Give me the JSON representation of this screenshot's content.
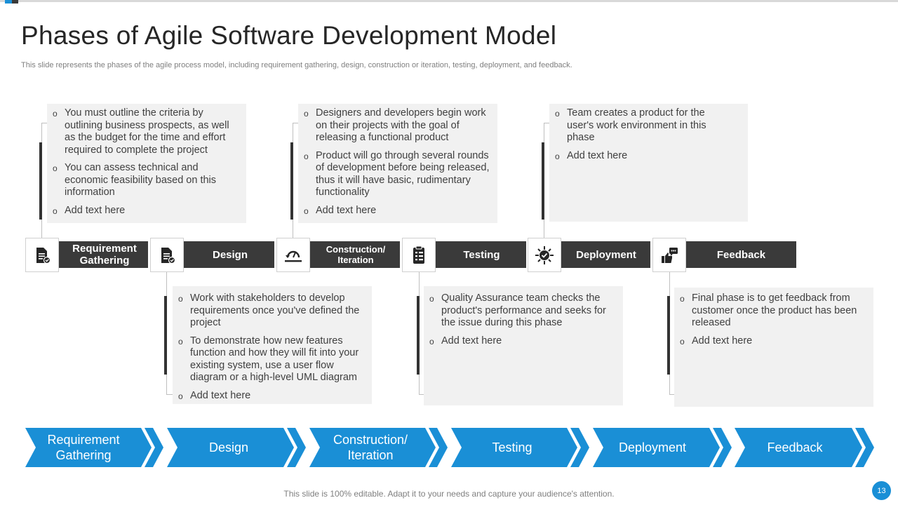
{
  "slide": {
    "title": "Phases of Agile Software Development Model",
    "subtitle": "This slide represents the phases of the agile process model, including requirement gathering, design, construction or iteration, testing, deployment, and feedback.",
    "footer": "This slide is 100% editable. Adapt it to your needs and capture your audience's attention.",
    "page_number": "13"
  },
  "colors": {
    "accent_blue": "#1a8fd6",
    "phase_bar": "#3a3a3a",
    "box_bg": "#f1f1f1"
  },
  "phases": [
    {
      "label": "Requirement Gathering",
      "icon": "document-check-icon"
    },
    {
      "label": "Design",
      "icon": "document-check-icon"
    },
    {
      "label": "Construction/ Iteration",
      "icon": "cycle-gauge-icon"
    },
    {
      "label": "Testing",
      "icon": "checklist-icon"
    },
    {
      "label": "Deployment",
      "icon": "gear-check-icon"
    },
    {
      "label": "Feedback",
      "icon": "thumbs-up-chat-icon"
    }
  ],
  "boxes": {
    "requirement": [
      "You must outline the criteria by outlining business prospects, as well as the budget for the time and effort required to complete the project",
      "You can assess technical and economic feasibility based on this information",
      "Add text here"
    ],
    "construction": [
      "Designers and developers begin work on their projects with the goal of releasing a functional product",
      "Product will go through several rounds of development before being released, thus it will have basic, rudimentary functionality",
      "Add text here"
    ],
    "deployment": [
      "Team creates a product for the user's work environment in this phase",
      "Add text here"
    ],
    "design": [
      "Work with stakeholders to develop requirements once you've defined the project",
      "To demonstrate how new features function and how they will fit into your existing system, use a user flow diagram or a high-level UML diagram",
      "Add text here"
    ],
    "testing": [
      "Quality Assurance team checks the product's performance and seeks for the issue during  this phase",
      "Add text here"
    ],
    "feedback": [
      "Final phase is to get feedback from customer once the product has been released",
      "Add text here"
    ]
  },
  "chevrons": [
    {
      "line1": "Requirement",
      "line2": "Gathering"
    },
    {
      "line1": "Design",
      "line2": ""
    },
    {
      "line1": "Construction/",
      "line2": "Iteration"
    },
    {
      "line1": "Testing",
      "line2": ""
    },
    {
      "line1": "Deployment",
      "line2": ""
    },
    {
      "line1": "Feedback",
      "line2": ""
    }
  ]
}
